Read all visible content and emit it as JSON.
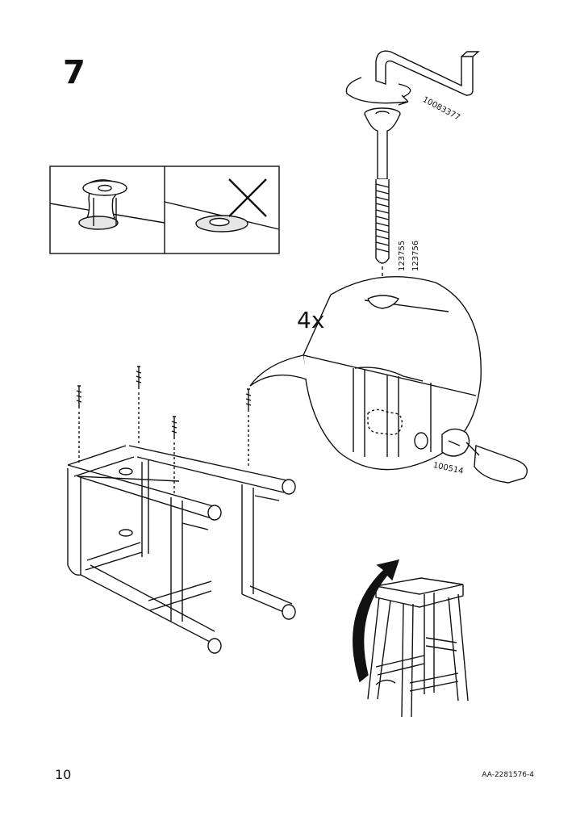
{
  "step": {
    "number": "7"
  },
  "page": {
    "number": "10",
    "document_code": "AA-2281576-4"
  },
  "callout": {
    "quantity": "4x"
  },
  "parts": {
    "allen_key": "10083377",
    "bolt_a": "123755",
    "bolt_b": "123756",
    "cam_lock": "100514"
  },
  "colors": {
    "line": "#111111",
    "fill": "#ffffff",
    "grey": "#e6e6e6"
  }
}
